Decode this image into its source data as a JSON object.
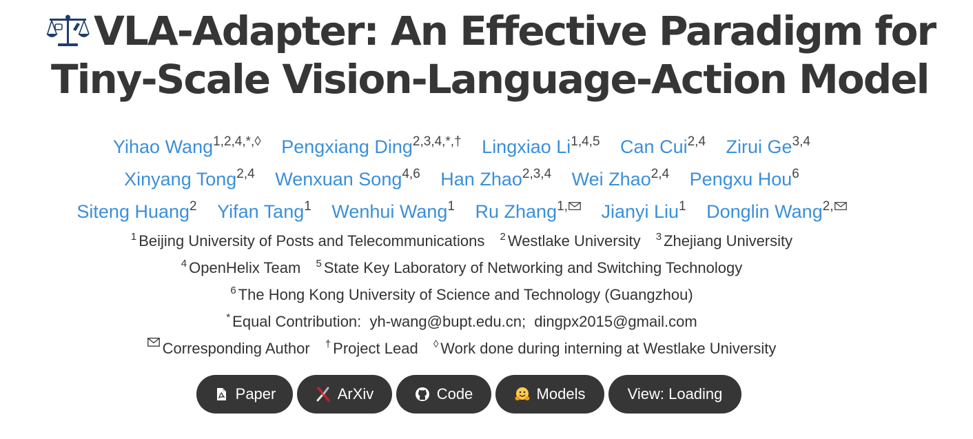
{
  "title": {
    "line1": "VLA-Adapter: An Effective Paradigm for",
    "line2": "Tiny-Scale Vision-Language-Action Model",
    "logo_icon": "robot-scale-icon"
  },
  "authors": {
    "lines": [
      [
        {
          "name": "Yihao Wang",
          "sup": "1,2,4,*,◊"
        },
        {
          "name": "Pengxiang Ding",
          "sup": "2,3,4,*,†"
        },
        {
          "name": "Lingxiao Li",
          "sup": "1,4,5"
        },
        {
          "name": "Can Cui",
          "sup": "2,4"
        },
        {
          "name": "Zirui Ge",
          "sup": "3,4"
        }
      ],
      [
        {
          "name": "Xinyang Tong",
          "sup": "2,4"
        },
        {
          "name": "Wenxuan Song",
          "sup": "4,6"
        },
        {
          "name": "Han Zhao",
          "sup": "2,3,4"
        },
        {
          "name": "Wei Zhao",
          "sup": "2,4"
        },
        {
          "name": "Pengxu Hou",
          "sup": "6"
        }
      ],
      [
        {
          "name": "Siteng Huang",
          "sup": "2"
        },
        {
          "name": "Yifan Tang",
          "sup": "1"
        },
        {
          "name": "Wenhui Wang",
          "sup": "1"
        },
        {
          "name": "Ru Zhang",
          "sup": "1,"
        },
        {
          "name": "Jianyi Liu",
          "sup": "1"
        },
        {
          "name": "Donglin Wang",
          "sup": "2,"
        }
      ]
    ]
  },
  "affiliations": {
    "a1": {
      "sup": "1",
      "text": "Beijing University of Posts and Telecommunications"
    },
    "a2": {
      "sup": "2",
      "text": "Westlake University"
    },
    "a3": {
      "sup": "3",
      "text": "Zhejiang University"
    },
    "a4": {
      "sup": "4",
      "text": "OpenHelix Team"
    },
    "a5": {
      "sup": "5",
      "text": "State Key Laboratory of Networking and Switching Technology"
    },
    "a6": {
      "sup": "6",
      "text": "The Hong Kong University of Science and Technology (Guangzhou)"
    }
  },
  "notes": {
    "equal": {
      "sup": "*",
      "text": "Equal Contribution:  yh-wang@bupt.edu.cn;  dingpx2015@gmail.com"
    },
    "corresponding": {
      "text": "Corresponding Author"
    },
    "lead": {
      "sup": "†",
      "text": "Project Lead"
    },
    "interning": {
      "sup": "◊",
      "text": "Work done during interning at Westlake University"
    }
  },
  "buttons": {
    "paper": {
      "label": "Paper",
      "icon": "pdf-file-icon"
    },
    "arxiv": {
      "label": "ArXiv",
      "icon": "arxiv-icon"
    },
    "code": {
      "label": "Code",
      "icon": "github-icon"
    },
    "models": {
      "label": "Models",
      "icon": "hugging-face-icon"
    },
    "view": {
      "label": "View: Loading"
    }
  },
  "colors": {
    "author_link": "#3b8fd9",
    "title_text": "#363636",
    "button_bg": "#363636",
    "button_text": "#ffffff"
  }
}
